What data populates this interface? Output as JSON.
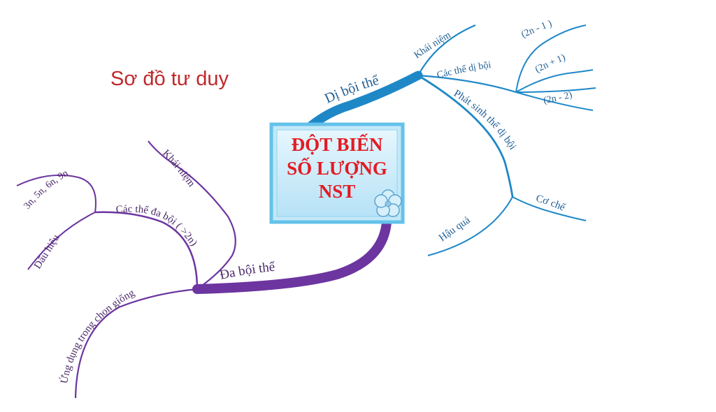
{
  "title": "Sơ đồ tư duy",
  "center": {
    "line1": "ĐỘT BIẾN",
    "line2": "SỐ LƯỢNG",
    "line3": "NST"
  },
  "blue_branch": {
    "label": "Dị bội thể",
    "concept": "Khái niệm",
    "types": "Các thể dị bội",
    "type_items": [
      "(2n - 1 )",
      "(2n + 1)",
      "(2n - 2)"
    ],
    "origin": "Phát sinh thể dị bội",
    "mechanism": "Cơ chế",
    "consequence": "Hậu quả"
  },
  "purple_branch": {
    "label": "Đa bội thể",
    "concept": "Khái niệm",
    "types": "Các thể đa bội ( >2n)",
    "type_items": [
      "3n, 5n, 6n, 9n"
    ],
    "signs": "Dấu hiệu",
    "application": "Ứng dụng trong chọn giống"
  },
  "colors": {
    "blue": "#1e88c7",
    "purple": "#6c35a0",
    "title": "#c0282b",
    "center_text": "#e31b23"
  }
}
